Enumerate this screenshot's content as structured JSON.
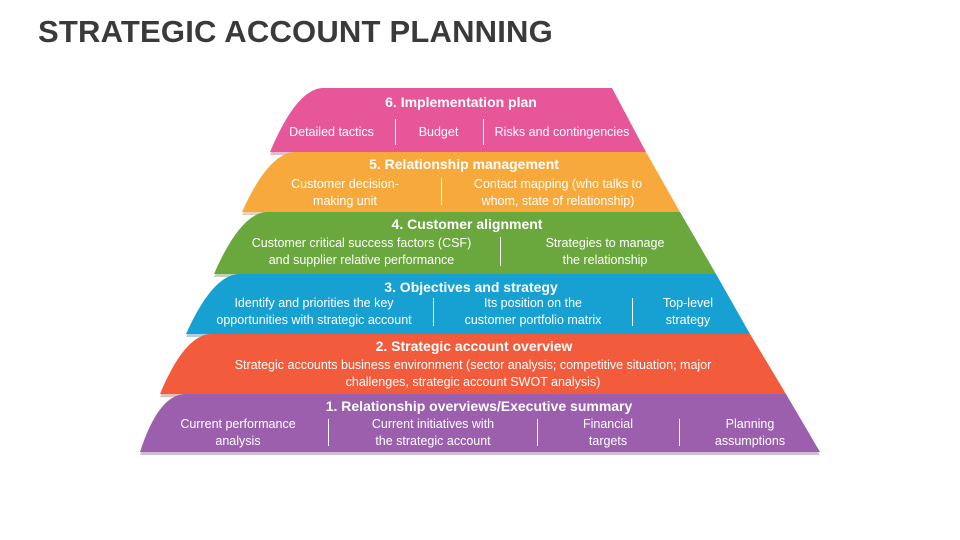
{
  "title": "STRATEGIC ACCOUNT PLANNING",
  "levels": [
    {
      "title": "6. Implementation plan",
      "color": "#e8569a",
      "items": [
        "Detailed tactics",
        "Budget",
        "Risks and contingencies"
      ]
    },
    {
      "title": "5. Relationship management",
      "color": "#f8a93b",
      "items": [
        "Customer decision-\nmaking unit",
        "Contact mapping (who talks to\nwhom, state of relationship)"
      ]
    },
    {
      "title": "4. Customer alignment",
      "color": "#6aa83d",
      "items": [
        "Customer critical success factors (CSF)\nand supplier relative performance",
        "Strategies to manage\nthe relationship"
      ]
    },
    {
      "title": "3. Objectives and strategy",
      "color": "#17a1d3",
      "items": [
        "Identify and priorities the key\nopportunities with strategic account",
        "Its position on the\ncustomer portfolio matrix",
        "Top-level\nstrategy"
      ]
    },
    {
      "title": "2. Strategic account overview",
      "color": "#f25c3c",
      "items": [
        "Strategic accounts business environment (sector analysis; competitive situation; major\nchallenges, strategic account SWOT analysis)"
      ]
    },
    {
      "title": "1. Relationship overviews/Executive summary",
      "color": "#9b5fae",
      "items": [
        "Current performance\nanalysis",
        "Current initiatives with\nthe strategic account",
        "Financial\ntargets",
        "Planning\nassumptions"
      ]
    }
  ]
}
